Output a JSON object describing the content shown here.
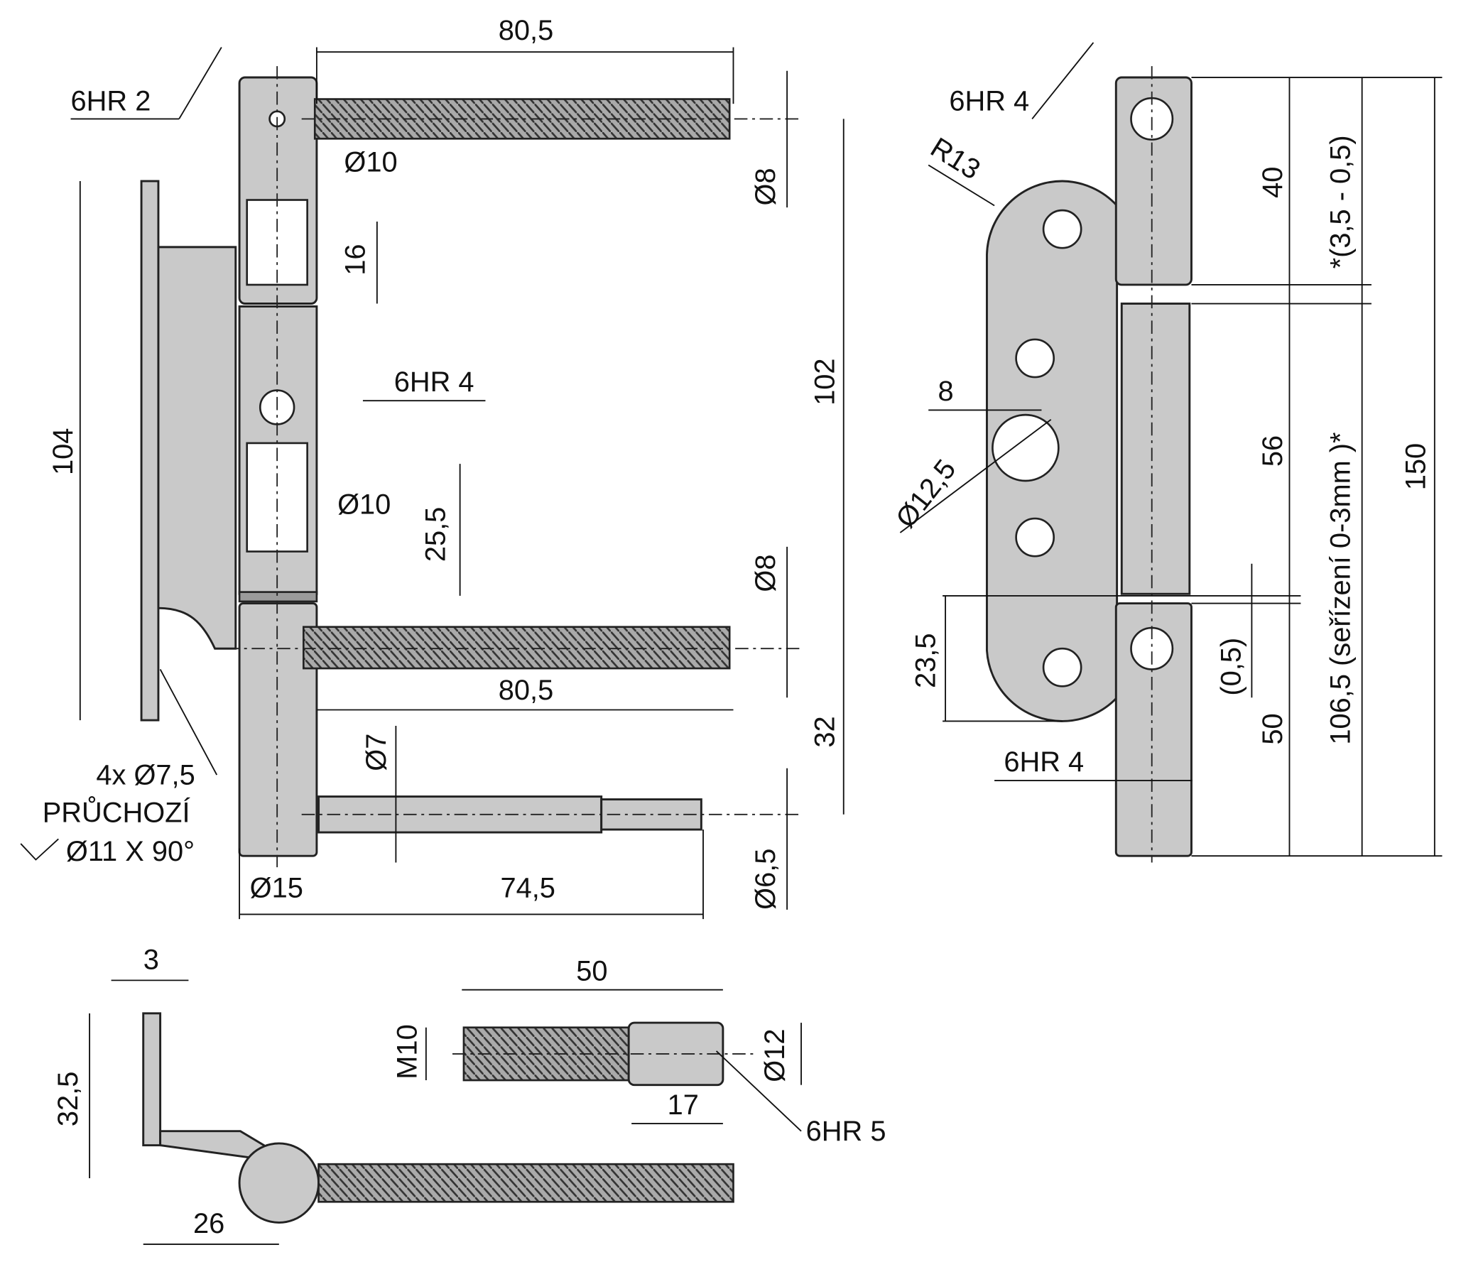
{
  "labels": {
    "top_len_1": "80,5",
    "hex_top_left": "6HR 2",
    "dia_pin_top": "Ø10",
    "dia_screw_top": "Ø8",
    "len_16": "16",
    "len_102": "102",
    "hex_mid_left": "6HR 4",
    "dia_pin_mid": "Ø10",
    "len_25_5": "25,5",
    "len_104": "104",
    "dia_screw_mid": "Ø8",
    "mid_len_80_5": "80,5",
    "len_32": "32",
    "dia_pin_7": "Ø7",
    "holes_note": "4x Ø7,5",
    "through_note": "PRŮCHOZÍ",
    "countersink_note": "Ø11 X 90°",
    "dia_15": "Ø15",
    "len_74_5": "74,5",
    "dia_6_5": "Ø6,5",
    "hex_top_right": "6HR 4",
    "radius_13": "R13",
    "len_40": "40",
    "adjust_range": "*(3,5 - 0,5)",
    "len_8": "8",
    "dia_12_5": "Ø12,5",
    "len_56": "56",
    "adjust_note": "106,5 (seřízení 0-3mm )*",
    "len_150": "150",
    "len_23_5": "23,5",
    "gap_0_5": "(0,5)",
    "len_50_right": "50",
    "hex_bottom_right": "6HR 4",
    "thick_3": "3",
    "len_32_5": "32,5",
    "len_26": "26",
    "bolt_len_50": "50",
    "thread_m10": "M10",
    "dia_12": "Ø12",
    "len_17": "17",
    "hex_bolt": "6HR 5"
  }
}
